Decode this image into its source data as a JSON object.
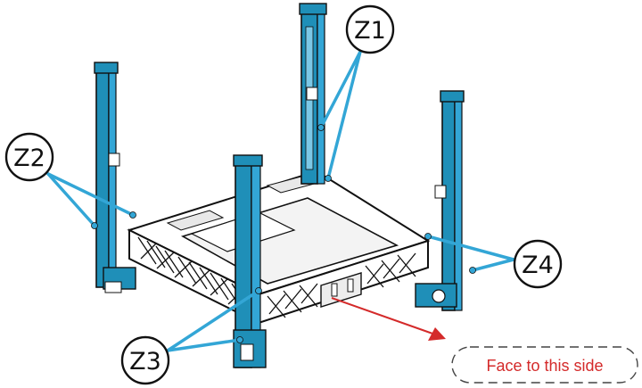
{
  "callouts": {
    "z1": "Z1",
    "z2": "Z2",
    "z3": "Z3",
    "z4": "Z4"
  },
  "note": {
    "text": "Face to this side"
  },
  "colors": {
    "accent": "#33a6d6",
    "column_blue": "#1f8fb8",
    "line_dark": "#111111",
    "note_red": "#d42a2a",
    "plate_gray": "#d9d9d9"
  },
  "icons": {
    "direction": "arrow-right-down-icon"
  }
}
